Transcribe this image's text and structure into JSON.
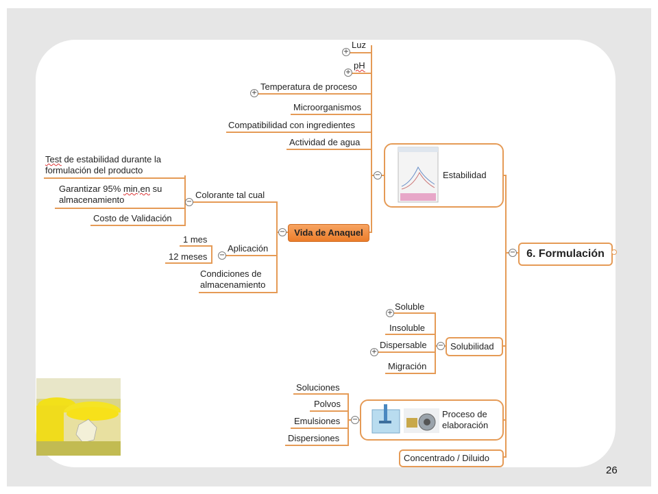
{
  "slide": {
    "page_number": "26",
    "colors": {
      "accent_line": "#e59a55",
      "highlight_node": "#ec7d2a",
      "frame": "#e6e6e6"
    }
  },
  "mindmap": {
    "root": "6. Formulación",
    "vida_de_anaquel": "Vida de Anaquel",
    "estabilidad": "Estabilidad",
    "solubilidad": "Solubilidad",
    "proceso": "Proceso de elaboración",
    "concentrado": "Concentrado / Diluido",
    "factors": [
      "Luz",
      "pH",
      "Temperatura de proceso",
      "Microorganismos",
      "Compatibilidad con ingredientes",
      "Actividad de agua"
    ],
    "colorante": "Colorante tal cual",
    "colorante_items": [
      "Test de estabilidad durante la formulación del producto",
      "Garantizar  95% min,en su almacenamiento",
      "Costo de Validación"
    ],
    "aplicacion": "Aplicación",
    "aplicacion_items": [
      "1 mes",
      "12 meses"
    ],
    "condiciones": "Condiciones de almacenamiento",
    "solubilidad_items": [
      "Soluble",
      "Insoluble",
      "Dispersable",
      "Migración"
    ],
    "proceso_items": [
      "Soluciones",
      "Polvos",
      "Emulsiones",
      "Dispersiones"
    ],
    "icons": {
      "expand": "plus-icon",
      "collapse": "minus-icon"
    },
    "symbols": {
      "plus": "+",
      "minus": "−"
    }
  }
}
